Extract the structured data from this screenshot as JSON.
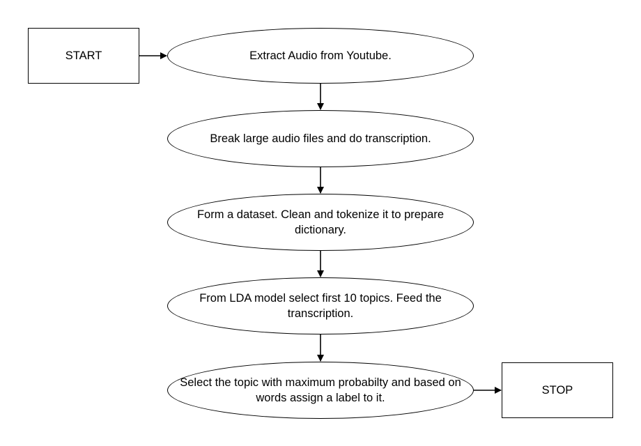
{
  "diagram": {
    "start_label": "START",
    "stop_label": "STOP",
    "steps": [
      {
        "label": "Extract Audio from Youtube."
      },
      {
        "label": "Break large audio files and do transcription."
      },
      {
        "label": "Form a dataset. Clean and tokenize it to prepare dictionary."
      },
      {
        "label": "From LDA model select first 10 topics. Feed the transcription."
      },
      {
        "label": "Select the topic with maximum probabilty and based on words assign a label to it."
      }
    ],
    "colors": {
      "line": "#000000",
      "fill": "#ffffff",
      "text": "#000000"
    }
  }
}
